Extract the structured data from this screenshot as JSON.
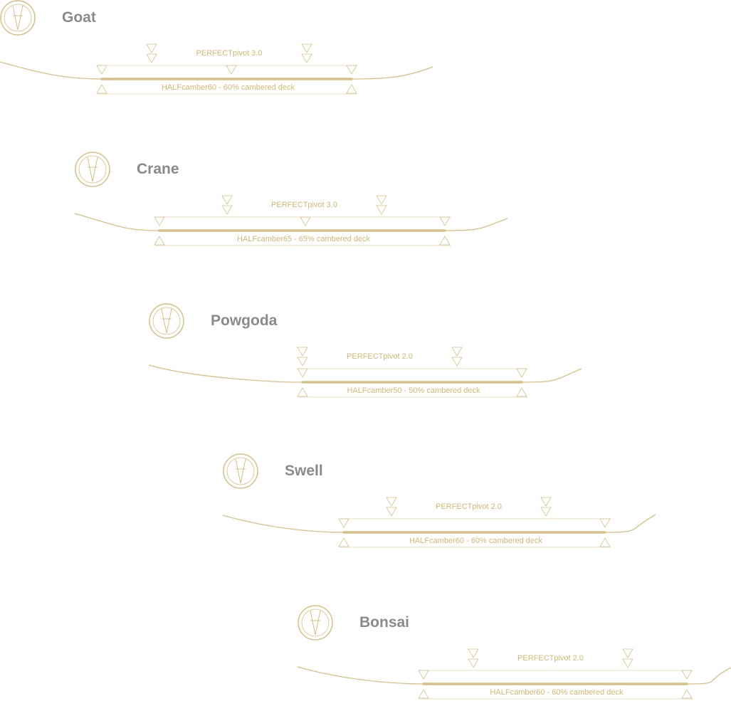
{
  "accent_color": "#d6c085",
  "title_color": "#8a8a8a",
  "boards": [
    {
      "name": "Goat",
      "icon": "goat-icon",
      "pivot_label": "PERFECTpivot 3.0",
      "camber_label": "HALFcamber60 - 60% cambered deck"
    },
    {
      "name": "Crane",
      "icon": "crane-icon",
      "pivot_label": "PERFECTpivot 3.0",
      "camber_label": "HALFcamber65 - 65% cambered deck"
    },
    {
      "name": "Powgoda",
      "icon": "pagoda-icon",
      "pivot_label": "PERFECTpivot 2.0",
      "camber_label": "HALFcamber50 - 50% cambered deck"
    },
    {
      "name": "Swell",
      "icon": "wave-icon",
      "pivot_label": "PERFECTpivot 2.0",
      "camber_label": "HALFcamber60 - 60% cambered deck"
    },
    {
      "name": "Bonsai",
      "icon": "bonsai-tree-icon",
      "pivot_label": "PERFECTpivot 2.0",
      "camber_label": "HALFcamber60 - 60% cambered deck"
    }
  ]
}
